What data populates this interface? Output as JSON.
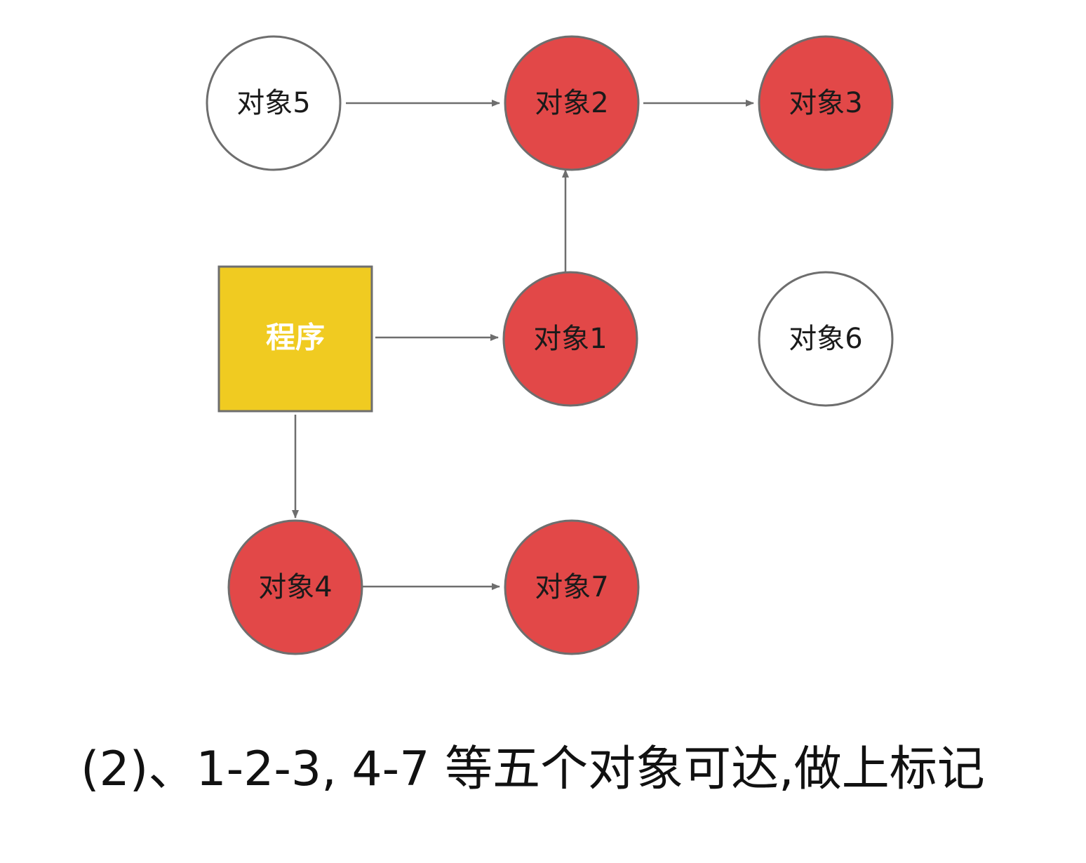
{
  "diagram": {
    "program": {
      "label": "程序",
      "color": "#f0cb21"
    },
    "colors": {
      "marked": "#e24848",
      "unmarked": "#ffffff",
      "stroke": "#6e6e6e",
      "edge": "#6e6e6e"
    },
    "nodes": [
      {
        "id": "obj5",
        "label": "对象5",
        "marked": false
      },
      {
        "id": "obj2",
        "label": "对象2",
        "marked": true
      },
      {
        "id": "obj3",
        "label": "对象3",
        "marked": true
      },
      {
        "id": "obj1",
        "label": "对象1",
        "marked": true
      },
      {
        "id": "obj6",
        "label": "对象6",
        "marked": false
      },
      {
        "id": "obj4",
        "label": "对象4",
        "marked": true
      },
      {
        "id": "obj7",
        "label": "对象7",
        "marked": true
      }
    ],
    "edges": [
      {
        "from": "obj5",
        "to": "obj2"
      },
      {
        "from": "obj2",
        "to": "obj3"
      },
      {
        "from": "obj1",
        "to": "obj2"
      },
      {
        "from": "program",
        "to": "obj1"
      },
      {
        "from": "program",
        "to": "obj4"
      },
      {
        "from": "obj4",
        "to": "obj7"
      }
    ]
  },
  "caption": "(2)、1-2-3, 4-7 等五个对象可达,做上标记"
}
